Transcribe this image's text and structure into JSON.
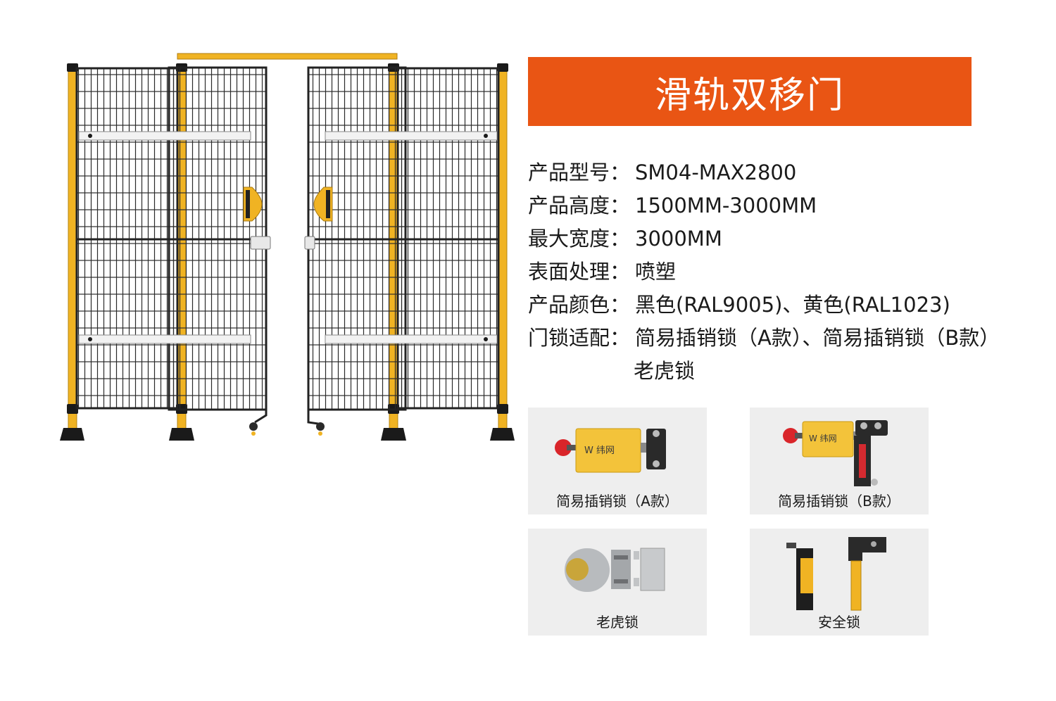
{
  "title": "滑轨双移门",
  "colors": {
    "accent": "#e95514",
    "frame_yellow": "#f0b323",
    "mesh_black": "#222222"
  },
  "specs": [
    {
      "label": "产品型号：",
      "value": "SM04-MAX2800"
    },
    {
      "label": "产品高度：",
      "value": "1500MM-3000MM"
    },
    {
      "label": "最大宽度：",
      "value": "3000MM"
    },
    {
      "label": "表面处理：",
      "value": "喷塑"
    },
    {
      "label": "产品颜色：",
      "value": "黑色(RAL9005)、黄色(RAL1023)"
    },
    {
      "label": "门锁适配：",
      "value": "简易插销锁（A款）、简易插销锁（B款）"
    }
  ],
  "spec_extra": "老虎锁",
  "locks": [
    {
      "caption": "简易插销锁（A款）",
      "icon": "bolt-lock-a-icon"
    },
    {
      "caption": "简易插销锁（B款）",
      "icon": "bolt-lock-b-icon"
    },
    {
      "caption": "老虎锁",
      "icon": "tiger-lock-icon"
    },
    {
      "caption": "安全锁",
      "icon": "safety-lock-icon"
    }
  ]
}
